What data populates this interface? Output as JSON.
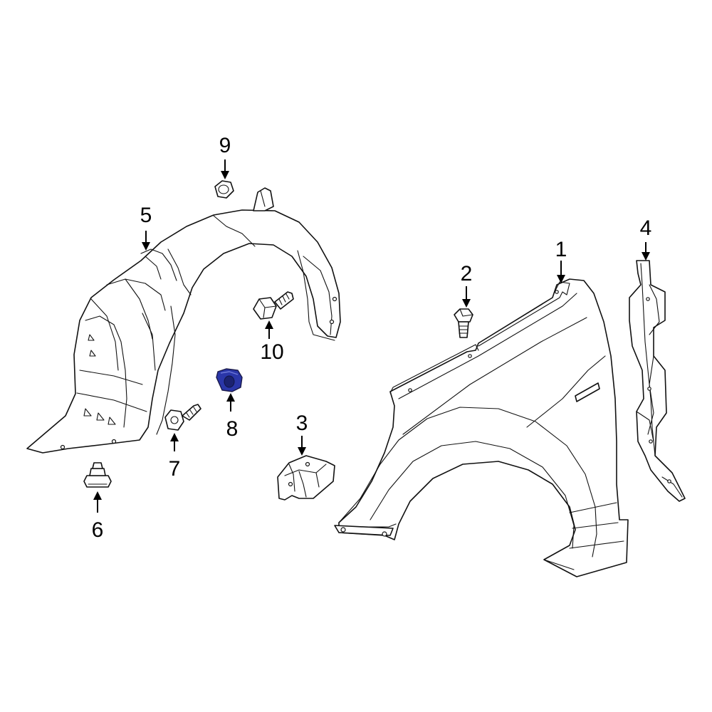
{
  "diagram": {
    "highlight_color": "#2a36a8",
    "highlighted_part": "8",
    "callouts": {
      "c1": "1",
      "c2": "2",
      "c3": "3",
      "c4": "4",
      "c5": "5",
      "c6": "6",
      "c7": "7",
      "c8": "8",
      "c9": "9",
      "c10": "10"
    }
  }
}
